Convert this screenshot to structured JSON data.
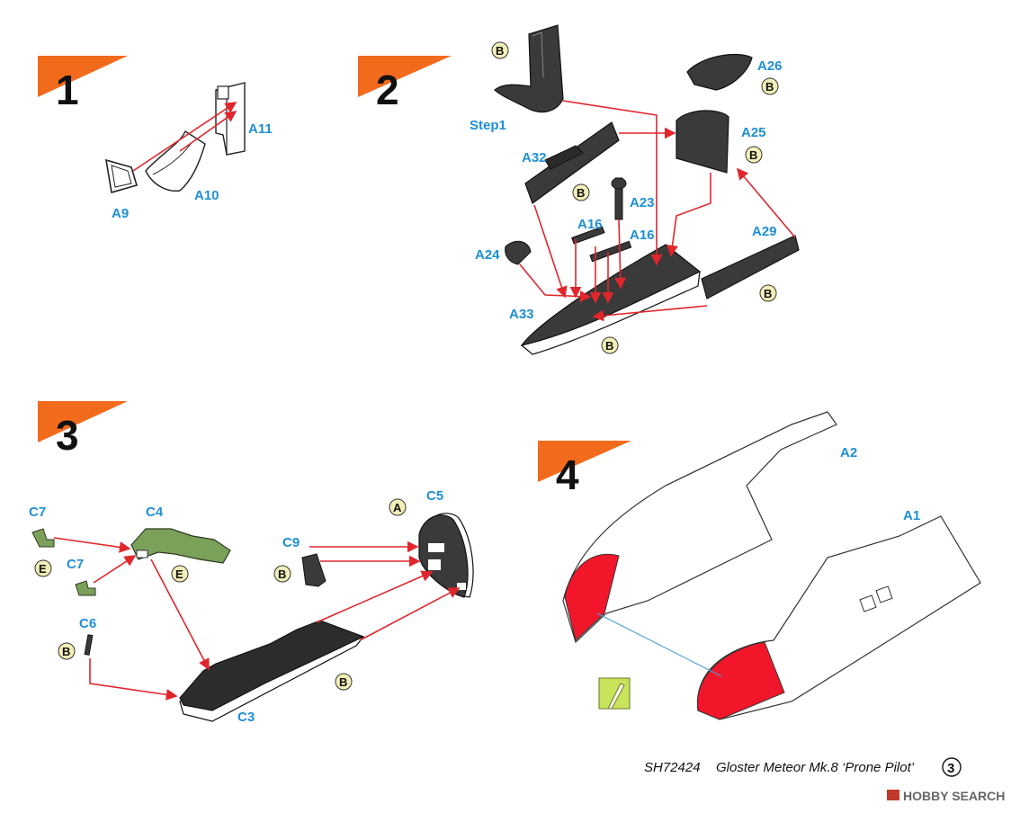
{
  "steps": [
    {
      "number": "1"
    },
    {
      "number": "2"
    },
    {
      "number": "3"
    },
    {
      "number": "4"
    }
  ],
  "parts": {
    "step1": {
      "a9": "A9",
      "a10": "A10",
      "a11": "A11"
    },
    "step2": {
      "step1_ref": "Step1",
      "a26": "A26",
      "a25": "A25",
      "a32": "A32",
      "a23": "A23",
      "a16_left": "A16",
      "a16_right": "A16",
      "a24": "A24",
      "a29": "A29",
      "a33": "A33"
    },
    "step3": {
      "c5": "C5",
      "c7_top": "C7",
      "c4": "C4",
      "c7_bottom": "C7",
      "c9": "C9",
      "c6": "C6",
      "c3": "C3"
    },
    "step4": {
      "a2": "A2",
      "a1": "A1"
    }
  },
  "paint_badges": {
    "b": "B",
    "a": "A",
    "e": "E"
  },
  "colors": {
    "accent_orange": "#f26b1d",
    "arrow_red": "#e0262c",
    "label_blue": "#1e8fd6",
    "part_dark": "#3a3a3a",
    "part_green": "#7aa05a",
    "nose_red": "#f2162a",
    "badge_fill": "#f3efb8",
    "clear_marker": "#c8e35c"
  },
  "footer": {
    "code": "SH72424",
    "title": "Gloster Meteor Mk.8 ‘Prone Pilot’",
    "page": "3"
  },
  "watermark": "HOBBY SEARCH"
}
